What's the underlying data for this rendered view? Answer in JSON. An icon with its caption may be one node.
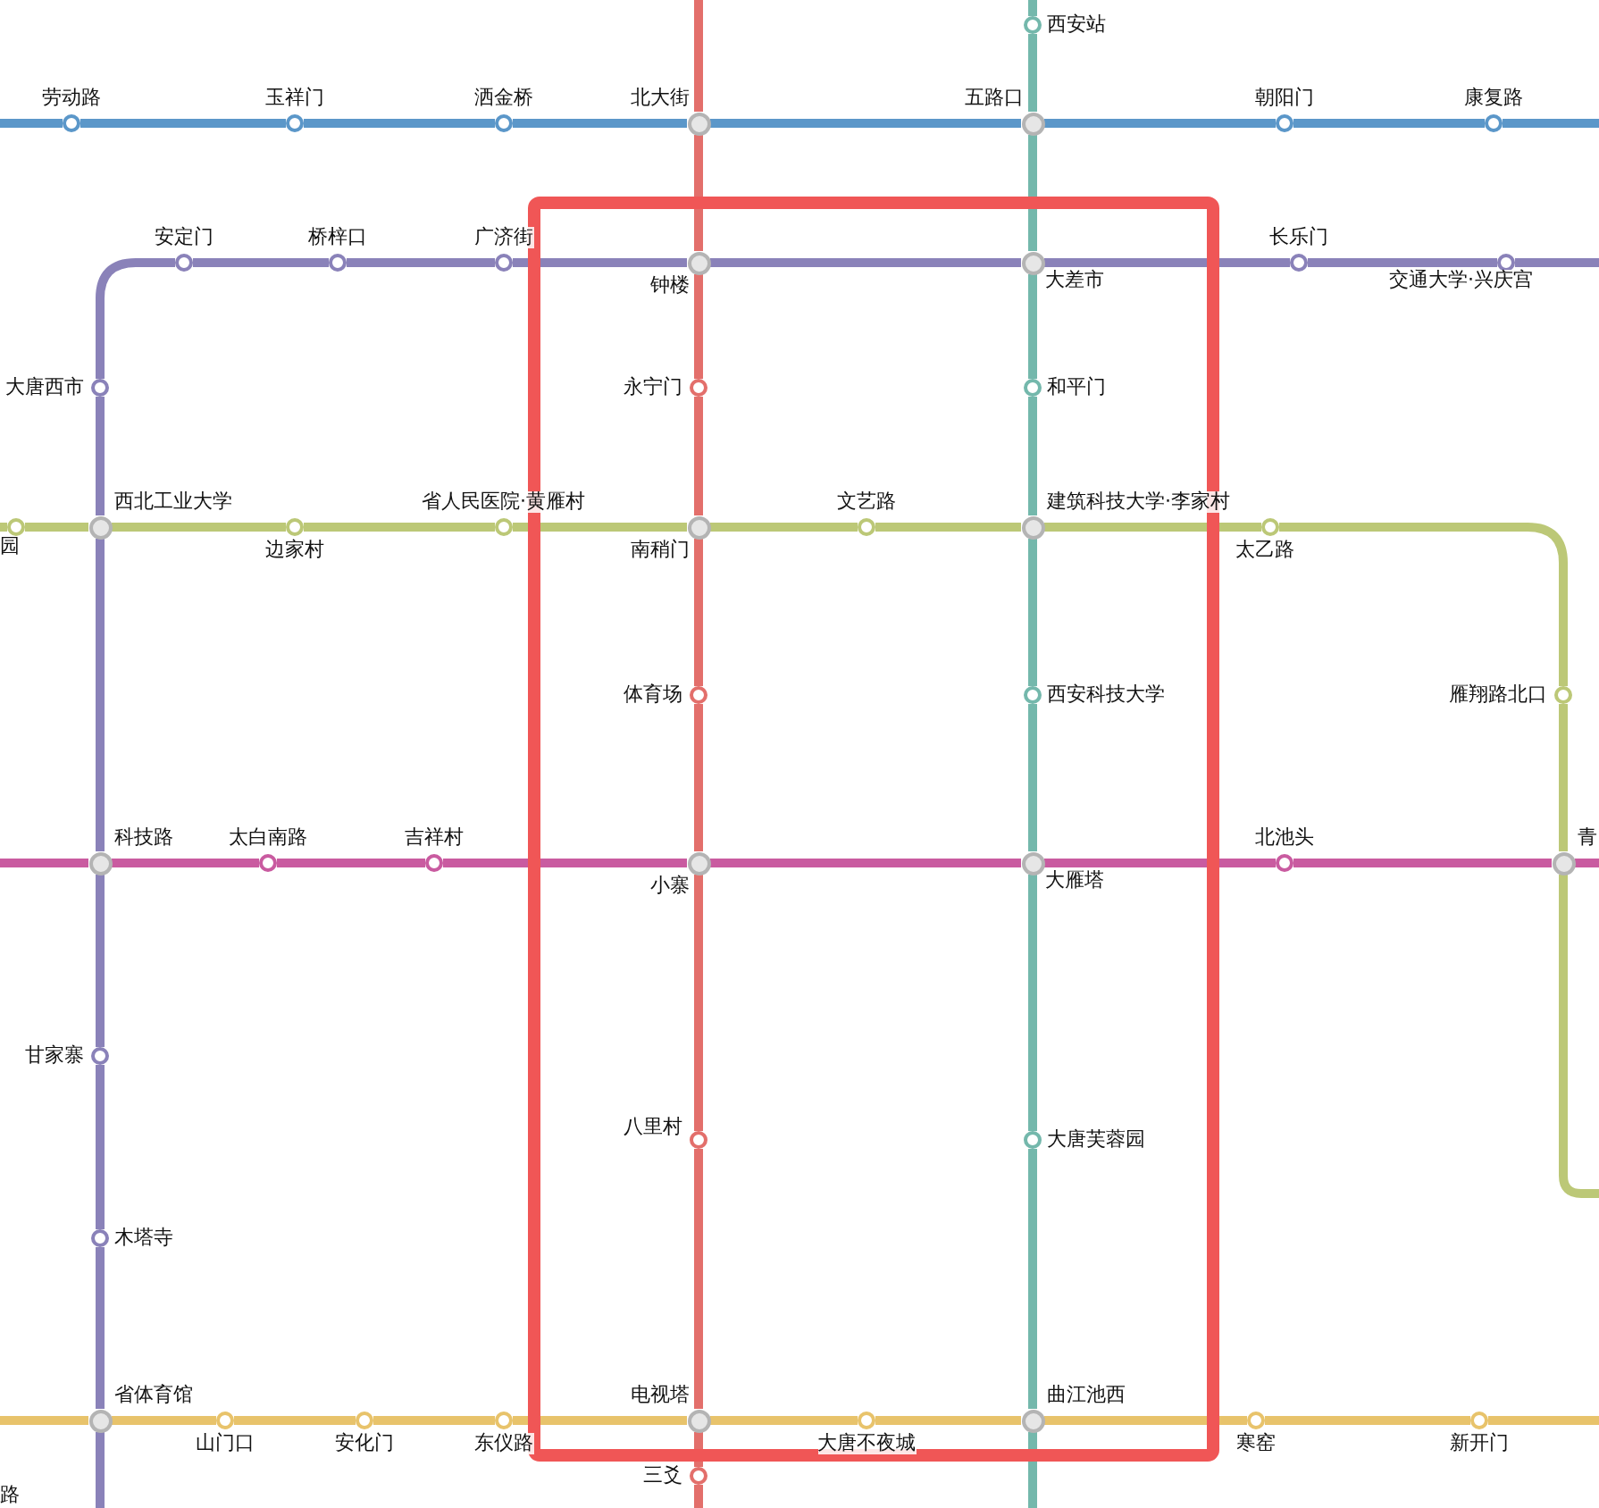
{
  "diagram": {
    "nodes": [
      {
        "text": [],
        "shape": "circle",
        "beside": [
          "西安站"
        ]
      },
      {
        "text": [],
        "shape": "circle",
        "beside": [
          "劳动路"
        ]
      },
      {
        "text": [],
        "shape": "circle",
        "beside": [
          "玉祥门"
        ]
      },
      {
        "text": [],
        "shape": "circle",
        "beside": [
          "洒金桥"
        ]
      },
      {
        "text": [],
        "shape": "circle",
        "beside": [
          "北大街"
        ]
      },
      {
        "text": [],
        "shape": "circle",
        "beside": [
          "五路口"
        ]
      },
      {
        "text": [],
        "shape": "circle",
        "beside": [
          "朝阳门"
        ]
      },
      {
        "text": [],
        "shape": "circle",
        "beside": [
          "康复路"
        ]
      },
      {
        "text": [],
        "shape": "circle",
        "beside": [
          "安定门"
        ]
      },
      {
        "text": [],
        "shape": "circle",
        "beside": [
          "桥梓口"
        ]
      },
      {
        "text": [],
        "shape": "circle",
        "beside": [
          "广济街"
        ]
      },
      {
        "text": [],
        "shape": "circle",
        "beside": [
          "钟楼"
        ]
      },
      {
        "text": [],
        "shape": "circle",
        "beside": [
          "大差市"
        ]
      },
      {
        "text": [],
        "shape": "circle",
        "beside": [
          "长乐门"
        ]
      },
      {
        "text": [],
        "shape": "circle",
        "beside": [
          "交通大学·兴庆宫"
        ]
      },
      {
        "text": [],
        "shape": "circle",
        "beside": [
          "大唐西市"
        ]
      },
      {
        "text": [],
        "shape": "circle",
        "beside": [
          "永宁门"
        ]
      },
      {
        "text": [],
        "shape": "circle",
        "beside": [
          "和平门"
        ]
      },
      {
        "text": [],
        "shape": "circle",
        "beside": [
          "园"
        ]
      },
      {
        "text": [],
        "shape": "circle",
        "beside": [
          "西北工业大学"
        ]
      },
      {
        "text": [],
        "shape": "circle",
        "beside": [
          "边家村"
        ]
      },
      {
        "text": [],
        "shape": "circle",
        "beside": [
          "省人民医院·黄雁村"
        ]
      },
      {
        "text": [],
        "shape": "circle",
        "beside": [
          "南稍门"
        ]
      },
      {
        "text": [],
        "shape": "circle",
        "beside": [
          "文艺路"
        ]
      },
      {
        "text": [],
        "shape": "circle",
        "beside": [
          "建筑科技大学·李家村"
        ]
      },
      {
        "text": [],
        "shape": "circle",
        "beside": [
          "太乙路"
        ]
      },
      {
        "text": [],
        "shape": "circle",
        "beside": [
          "体育场"
        ]
      },
      {
        "text": [],
        "shape": "circle",
        "beside": [
          "西安科技大学"
        ]
      },
      {
        "text": [],
        "shape": "circle",
        "beside": [
          "雁翔路北口"
        ]
      },
      {
        "text": [],
        "shape": "circle",
        "beside": [
          "科技路"
        ]
      },
      {
        "text": [],
        "shape": "circle",
        "beside": [
          "太白南路"
        ]
      },
      {
        "text": [],
        "shape": "circle",
        "beside": [
          "吉祥村"
        ]
      },
      {
        "text": [],
        "shape": "circle",
        "beside": [
          "小寨"
        ]
      },
      {
        "text": [],
        "shape": "circle",
        "beside": [
          "大雁塔"
        ]
      },
      {
        "text": [],
        "shape": "circle",
        "beside": [
          "北池头"
        ]
      },
      {
        "text": [],
        "shape": "circle",
        "beside": [
          "青"
        ]
      },
      {
        "text": [],
        "shape": "circle",
        "beside": [
          "甘家寨"
        ]
      },
      {
        "text": [],
        "shape": "circle",
        "beside": [
          "八里村"
        ]
      },
      {
        "text": [],
        "shape": "circle",
        "beside": [
          "大唐芙蓉园"
        ]
      },
      {
        "text": [],
        "shape": "circle",
        "beside": [
          "木塔寺"
        ]
      },
      {
        "text": [],
        "shape": "circle",
        "beside": [
          "省体育馆"
        ]
      },
      {
        "text": [],
        "shape": "circle",
        "beside": [
          "山门口"
        ]
      },
      {
        "text": [],
        "shape": "circle",
        "beside": [
          "安化门"
        ]
      },
      {
        "text": [],
        "shape": "circle",
        "beside": [
          "东仪路"
        ]
      },
      {
        "text": [],
        "shape": "circle",
        "beside": [
          "电视塔"
        ]
      },
      {
        "text": [],
        "shape": "circle",
        "beside": [
          "大唐不夜城"
        ]
      },
      {
        "text": [],
        "shape": "circle",
        "beside": [
          "曲江池西"
        ]
      },
      {
        "text": [],
        "shape": "circle",
        "beside": [
          "寒窑"
        ]
      },
      {
        "text": [],
        "shape": "circle",
        "beside": [
          "新开门"
        ]
      },
      {
        "text": [],
        "shape": "circle",
        "beside": [
          "三爻"
        ]
      }
    ],
    "edges": [
      {
        "from": null,
        "to": 1,
        "arrow": "none",
        "color": "#5b97c9"
      },
      {
        "from": 1,
        "to": 2,
        "arrow": "none",
        "color": "#5b97c9"
      },
      {
        "from": 2,
        "to": 3,
        "arrow": "none",
        "color": "#5b97c9"
      },
      {
        "from": 3,
        "to": 4,
        "arrow": "none",
        "color": "#5b97c9"
      },
      {
        "from": 4,
        "to": 5,
        "arrow": "none",
        "color": "#5b97c9"
      },
      {
        "from": 5,
        "to": 6,
        "arrow": "none",
        "color": "#5b97c9"
      },
      {
        "from": 6,
        "to": 7,
        "arrow": "none",
        "color": "#5b97c9"
      },
      {
        "from": 7,
        "to": null,
        "arrow": "none",
        "color": "#5b97c9"
      },
      {
        "from": 8,
        "to": 15,
        "arrow": "none",
        "color": "#8a82b9"
      },
      {
        "from": 8,
        "to": 9,
        "arrow": "none",
        "color": "#8a82b9"
      },
      {
        "from": 9,
        "to": 10,
        "arrow": "none",
        "color": "#8a82b9"
      },
      {
        "from": 10,
        "to": 11,
        "arrow": "none",
        "color": "#8a82b9"
      },
      {
        "from": 11,
        "to": 12,
        "arrow": "none",
        "color": "#8a82b9"
      },
      {
        "from": 12,
        "to": 13,
        "arrow": "none",
        "color": "#8a82b9"
      },
      {
        "from": 13,
        "to": 14,
        "arrow": "none",
        "color": "#8a82b9"
      },
      {
        "from": 14,
        "to": null,
        "arrow": "none",
        "color": "#8a82b9"
      },
      {
        "from": 15,
        "to": 19,
        "arrow": "none",
        "color": "#8a82b9"
      },
      {
        "from": 19,
        "to": 29,
        "arrow": "none",
        "color": "#8a82b9"
      },
      {
        "from": 29,
        "to": 36,
        "arrow": "none",
        "color": "#8a82b9"
      },
      {
        "from": 36,
        "to": 39,
        "arrow": "none",
        "color": "#8a82b9"
      },
      {
        "from": 39,
        "to": 40,
        "arrow": "none",
        "color": "#8a82b9"
      },
      {
        "from": 40,
        "to": null,
        "arrow": "none",
        "color": "#8a82b9"
      },
      {
        "from": null,
        "to": 18,
        "arrow": "none",
        "color": "#bcc877"
      },
      {
        "from": 18,
        "to": 19,
        "arrow": "none",
        "color": "#bcc877"
      },
      {
        "from": 19,
        "to": 20,
        "arrow": "none",
        "color": "#bcc877"
      },
      {
        "from": 20,
        "to": 21,
        "arrow": "none",
        "color": "#bcc877"
      },
      {
        "from": 21,
        "to": 22,
        "arrow": "none",
        "color": "#bcc877"
      },
      {
        "from": 22,
        "to": 23,
        "arrow": "none",
        "color": "#bcc877"
      },
      {
        "from": 23,
        "to": 24,
        "arrow": "none",
        "color": "#bcc877"
      },
      {
        "from": 24,
        "to": 25,
        "arrow": "none",
        "color": "#bcc877"
      },
      {
        "from": 25,
        "to": 28,
        "arrow": "none",
        "color": "#bcc877"
      },
      {
        "from": 28,
        "to": 35,
        "arrow": "none",
        "color": "#bcc877"
      },
      {
        "from": 35,
        "to": null,
        "arrow": "none",
        "color": "#bcc877"
      },
      {
        "from": null,
        "to": 29,
        "arrow": "none",
        "color": "#c95ba0"
      },
      {
        "from": 29,
        "to": 30,
        "arrow": "none",
        "color": "#c95ba0"
      },
      {
        "from": 30,
        "to": 31,
        "arrow": "none",
        "color": "#c95ba0"
      },
      {
        "from": 31,
        "to": 32,
        "arrow": "none",
        "color": "#c95ba0"
      },
      {
        "from": 32,
        "to": 33,
        "arrow": "none",
        "color": "#c95ba0"
      },
      {
        "from": 33,
        "to": 34,
        "arrow": "none",
        "color": "#c95ba0"
      },
      {
        "from": 34,
        "to": 35,
        "arrow": "none",
        "color": "#c95ba0"
      },
      {
        "from": 35,
        "to": null,
        "arrow": "none",
        "color": "#c95ba0"
      },
      {
        "from": null,
        "to": 4,
        "arrow": "none",
        "color": "#e36f6b"
      },
      {
        "from": 4,
        "to": 11,
        "arrow": "none",
        "color": "#e36f6b"
      },
      {
        "from": 11,
        "to": 16,
        "arrow": "none",
        "color": "#e36f6b"
      },
      {
        "from": 16,
        "to": 22,
        "arrow": "none",
        "color": "#e36f6b"
      },
      {
        "from": 22,
        "to": 26,
        "arrow": "none",
        "color": "#e36f6b"
      },
      {
        "from": 26,
        "to": 32,
        "arrow": "none",
        "color": "#e36f6b"
      },
      {
        "from": 32,
        "to": 37,
        "arrow": "none",
        "color": "#e36f6b"
      },
      {
        "from": 37,
        "to": 44,
        "arrow": "none",
        "color": "#e36f6b"
      },
      {
        "from": 44,
        "to": 49,
        "arrow": "none",
        "color": "#e36f6b"
      },
      {
        "from": 49,
        "to": null,
        "arrow": "none",
        "color": "#e36f6b"
      },
      {
        "from": null,
        "to": 0,
        "arrow": "none",
        "color": "#74b8ac"
      },
      {
        "from": 0,
        "to": 5,
        "arrow": "none",
        "color": "#74b8ac"
      },
      {
        "from": 5,
        "to": 12,
        "arrow": "none",
        "color": "#74b8ac"
      },
      {
        "from": 12,
        "to": 17,
        "arrow": "none",
        "color": "#74b8ac"
      },
      {
        "from": 17,
        "to": 24,
        "arrow": "none",
        "color": "#74b8ac"
      },
      {
        "from": 24,
        "to": 27,
        "arrow": "none",
        "color": "#74b8ac"
      },
      {
        "from": 27,
        "to": 33,
        "arrow": "none",
        "color": "#74b8ac"
      },
      {
        "from": 33,
        "to": 38,
        "arrow": "none",
        "color": "#74b8ac"
      },
      {
        "from": 38,
        "to": 46,
        "arrow": "none",
        "color": "#74b8ac"
      },
      {
        "from": 46,
        "to": null,
        "arrow": "none",
        "color": "#74b8ac"
      },
      {
        "from": null,
        "to": 40,
        "arrow": "none",
        "color": "#e8c36b"
      },
      {
        "from": 40,
        "to": 41,
        "arrow": "none",
        "color": "#e8c36b"
      },
      {
        "from": 41,
        "to": 42,
        "arrow": "none",
        "color": "#e8c36b"
      },
      {
        "from": 42,
        "to": 43,
        "arrow": "none",
        "color": "#e8c36b"
      },
      {
        "from": 43,
        "to": 44,
        "arrow": "none",
        "color": "#e8c36b"
      },
      {
        "from": 44,
        "to": 45,
        "arrow": "none",
        "color": "#e8c36b"
      },
      {
        "from": 45,
        "to": 46,
        "arrow": "none",
        "color": "#e8c36b"
      },
      {
        "from": 46,
        "to": 47,
        "arrow": "none",
        "color": "#e8c36b"
      },
      {
        "from": 47,
        "to": 48,
        "arrow": "none",
        "color": "#e8c36b"
      },
      {
        "from": 48,
        "to": null,
        "arrow": "none",
        "color": "#e8c36b"
      }
    ],
    "labels": [
      "路"
    ]
  }
}
